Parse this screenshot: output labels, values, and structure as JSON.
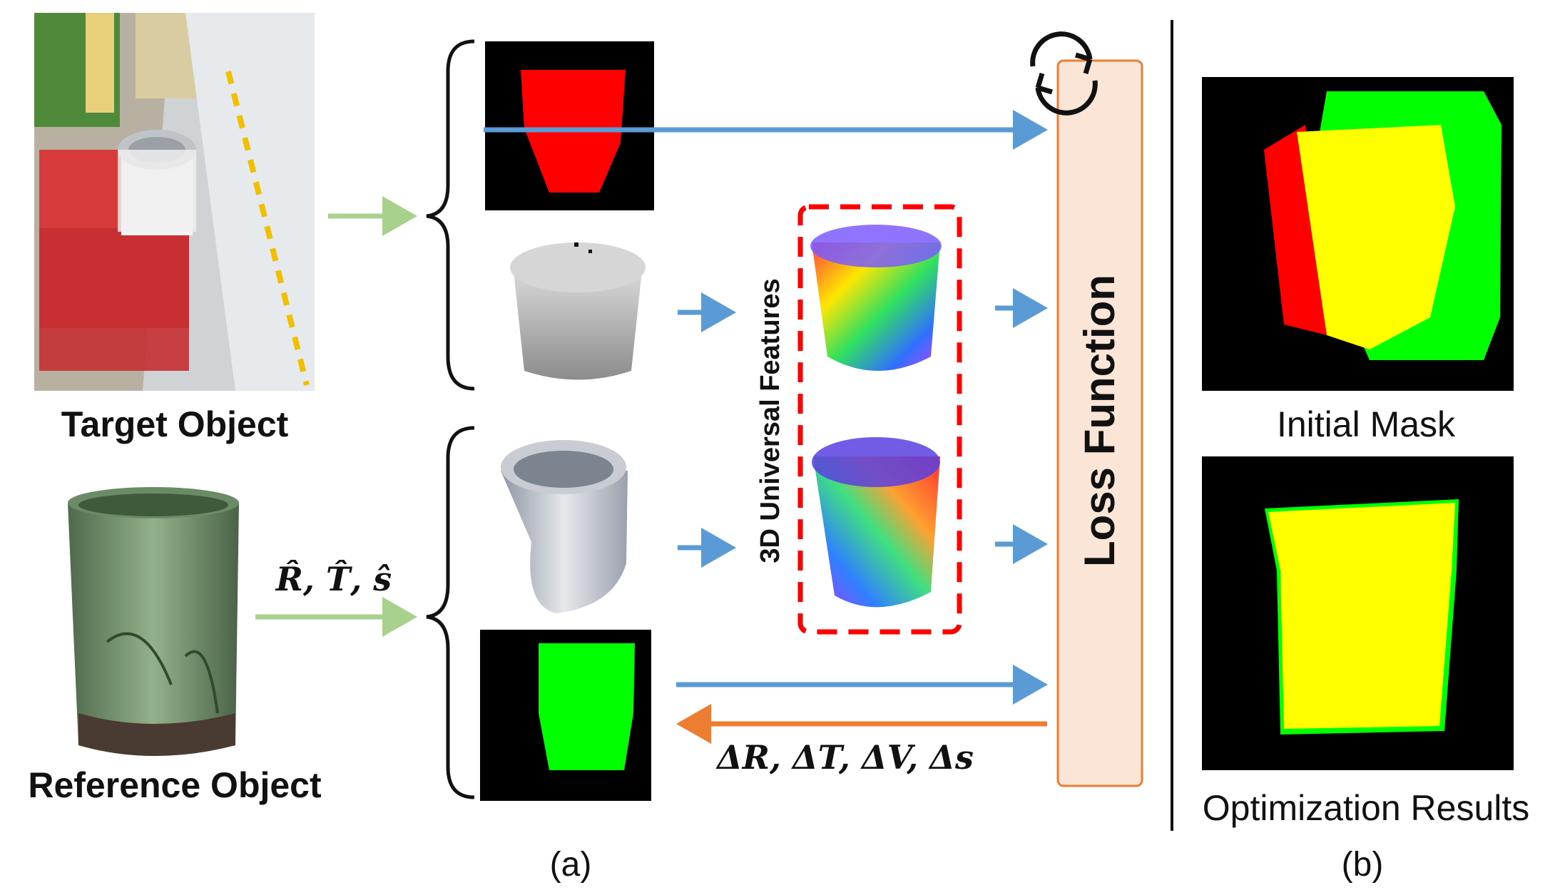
{
  "target_object": {
    "label": "Target Object"
  },
  "reference_object": {
    "label": "Reference Object"
  },
  "pose_estimate": {
    "label": "R̂, T̂, ŝ"
  },
  "features": {
    "label": "3D Universal Features"
  },
  "loss": {
    "label": "Loss Function"
  },
  "update": {
    "label": "ΔR, ΔT, ΔV, Δs"
  },
  "panel_a": {
    "caption": "(a)"
  },
  "panel_b": {
    "caption": "(b)",
    "initial_mask_label": "Initial Mask",
    "optimization_label": "Optimization Results"
  },
  "colors": {
    "arrow_blue": "#5b9bd5",
    "arrow_green": "#a9d18e",
    "arrow_orange": "#ed7d31",
    "dashed_red": "#ff0000",
    "loss_fill": "#fbe5d6",
    "loss_border": "#ed7d31",
    "mask_red": "#ff0000",
    "mask_green": "#00ff00",
    "mask_yellow": "#ffff00"
  }
}
